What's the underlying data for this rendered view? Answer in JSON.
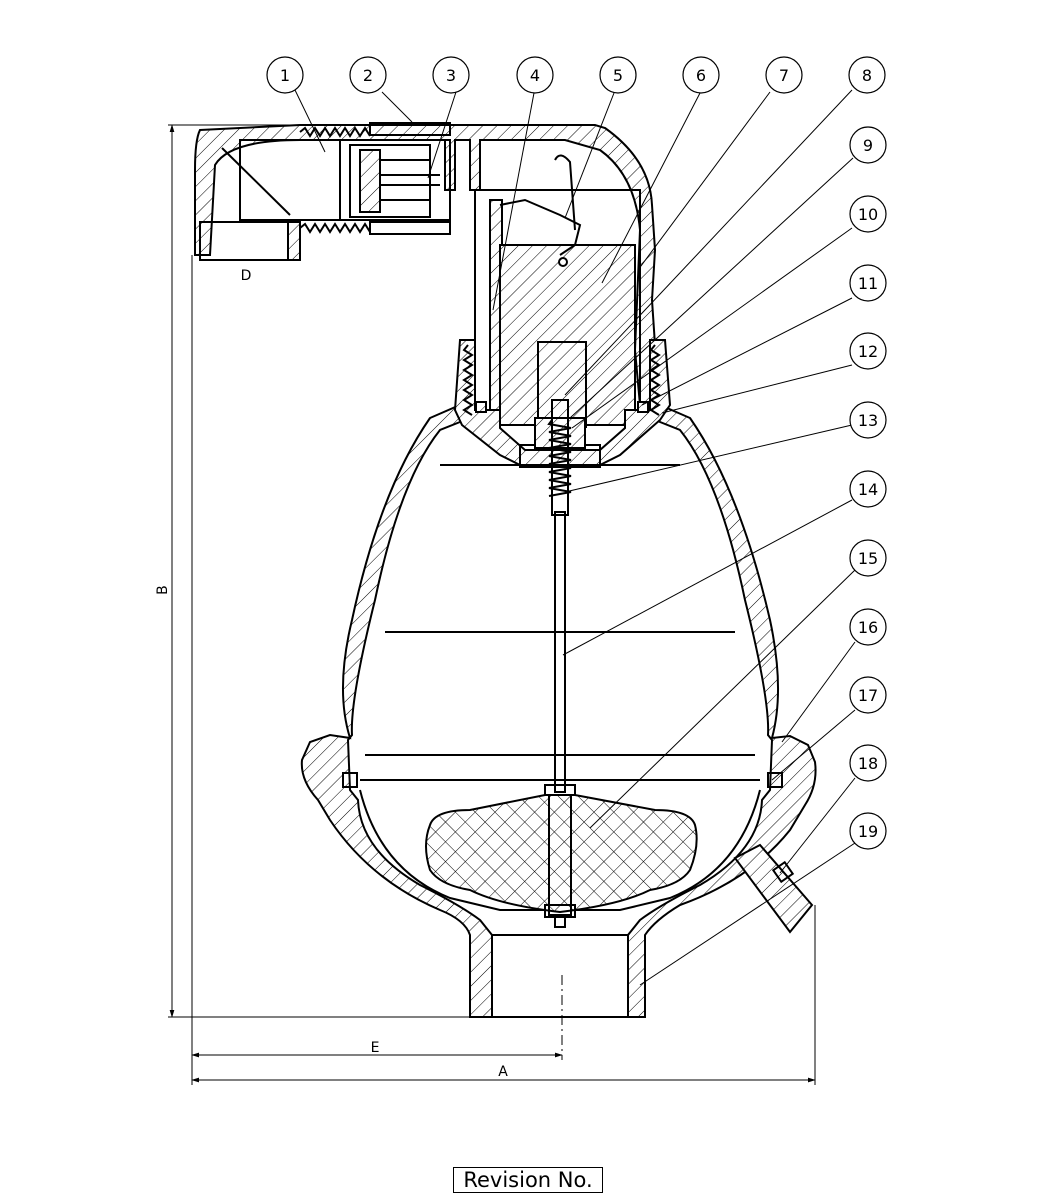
{
  "balloons": [
    "1",
    "2",
    "3",
    "4",
    "5",
    "6",
    "7",
    "8",
    "9",
    "10",
    "11",
    "12",
    "13",
    "14",
    "15",
    "16",
    "17",
    "18",
    "19"
  ],
  "dimensions": {
    "a": "A",
    "b": "B",
    "d": "D",
    "e": "E"
  },
  "revision_label": "Revision No."
}
